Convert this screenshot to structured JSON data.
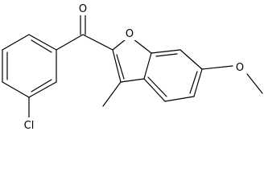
{
  "structure": {
    "atoms": {
      "carbonyl_oxygen": "O",
      "furan_oxygen": "O",
      "ether_oxygen": "O",
      "chlorine": "Cl"
    }
  }
}
